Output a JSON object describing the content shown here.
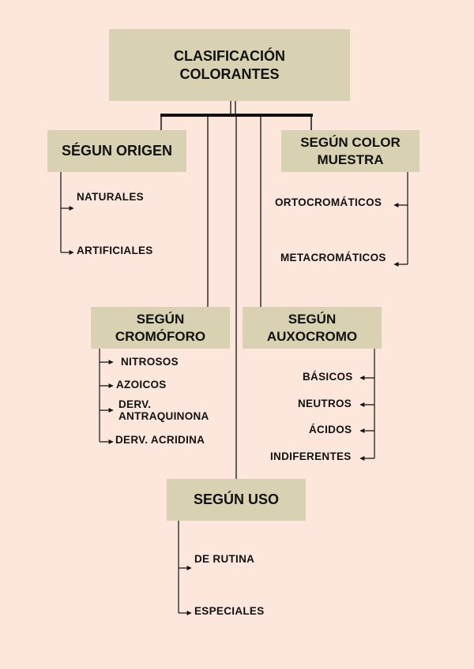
{
  "colors": {
    "background": "#fde7dd",
    "box_fill": "#d8d1b2",
    "line": "#111111"
  },
  "root": {
    "line1": "CLASIFICACIÓN",
    "line2": "COLORANTES"
  },
  "origen": {
    "title": "SÉGUN ORIGEN",
    "items": [
      "NATURALES",
      "ARTIFICIALES"
    ]
  },
  "color_muestra": {
    "title_line1": "SEGÚN COLOR",
    "title_line2": "MUESTRA",
    "items": [
      "ORTOCROMÁTICOS",
      "METACROMÁTICOS"
    ]
  },
  "cromoforo": {
    "title_line1": "SEGÚN",
    "title_line2": "CROMÓFORO",
    "items": [
      "NITROSOS",
      "AZOICOS",
      "DERV.",
      "ANTRAQUINONA",
      "DERV. ACRIDINA"
    ]
  },
  "auxocromo": {
    "title_line1": "SEGÚN",
    "title_line2": "AUXOCROMO",
    "items": [
      "BÁSICOS",
      "NEUTROS",
      "ÁCIDOS",
      "INDIFERENTES"
    ]
  },
  "uso": {
    "title": "SEGÚN USO",
    "items": [
      "DE RUTINA",
      "ESPECIALES"
    ]
  }
}
